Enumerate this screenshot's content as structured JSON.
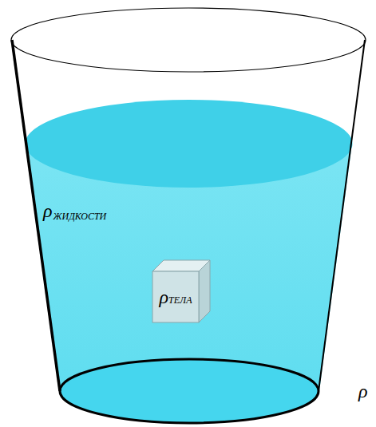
{
  "diagram": {
    "nodes": [
      {
        "text": [
          "ρ",
          "ТЕЛА"
        ]
      }
    ],
    "labels": [
      "ρ",
      "ЖИДКОСТИ",
      "ρ"
    ]
  }
}
